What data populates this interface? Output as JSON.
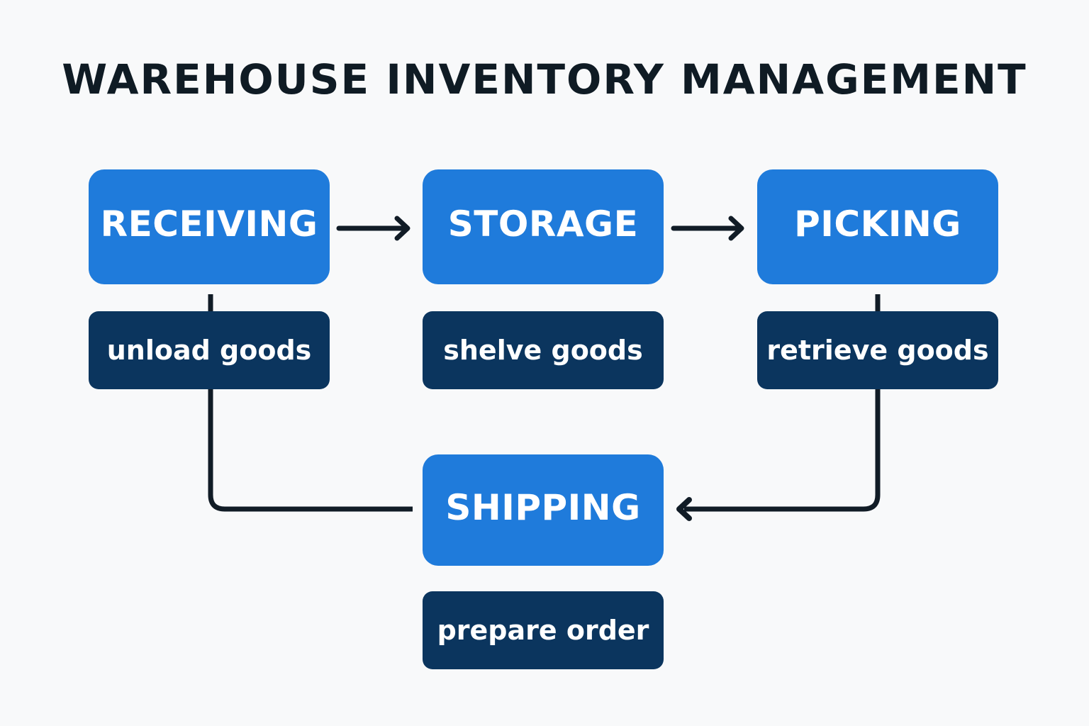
{
  "title": "WAREHOUSE INVENTORY MANAGEMENT",
  "colors": {
    "background": "#f8f9fa",
    "stage": "#1f7bdb",
    "task": "#0b355e",
    "connector": "#111c26",
    "title": "#0f1b24",
    "text": "#ffffff"
  },
  "stages": [
    {
      "id": "receiving",
      "label": "RECEIVING",
      "task": "unload goods"
    },
    {
      "id": "storage",
      "label": "STORAGE",
      "task": "shelve goods"
    },
    {
      "id": "picking",
      "label": "PICKING",
      "task": "retrieve goods"
    },
    {
      "id": "shipping",
      "label": "SHIPPING",
      "task": "prepare order"
    }
  ],
  "connections": [
    {
      "from": "receiving",
      "to": "storage",
      "arrow": true
    },
    {
      "from": "storage",
      "to": "picking",
      "arrow": true
    },
    {
      "from": "receiving",
      "to": "shipping",
      "arrow": false,
      "via": "unload goods"
    },
    {
      "from": "picking",
      "to": "shipping",
      "arrow": true,
      "via": "retrieve goods"
    }
  ]
}
